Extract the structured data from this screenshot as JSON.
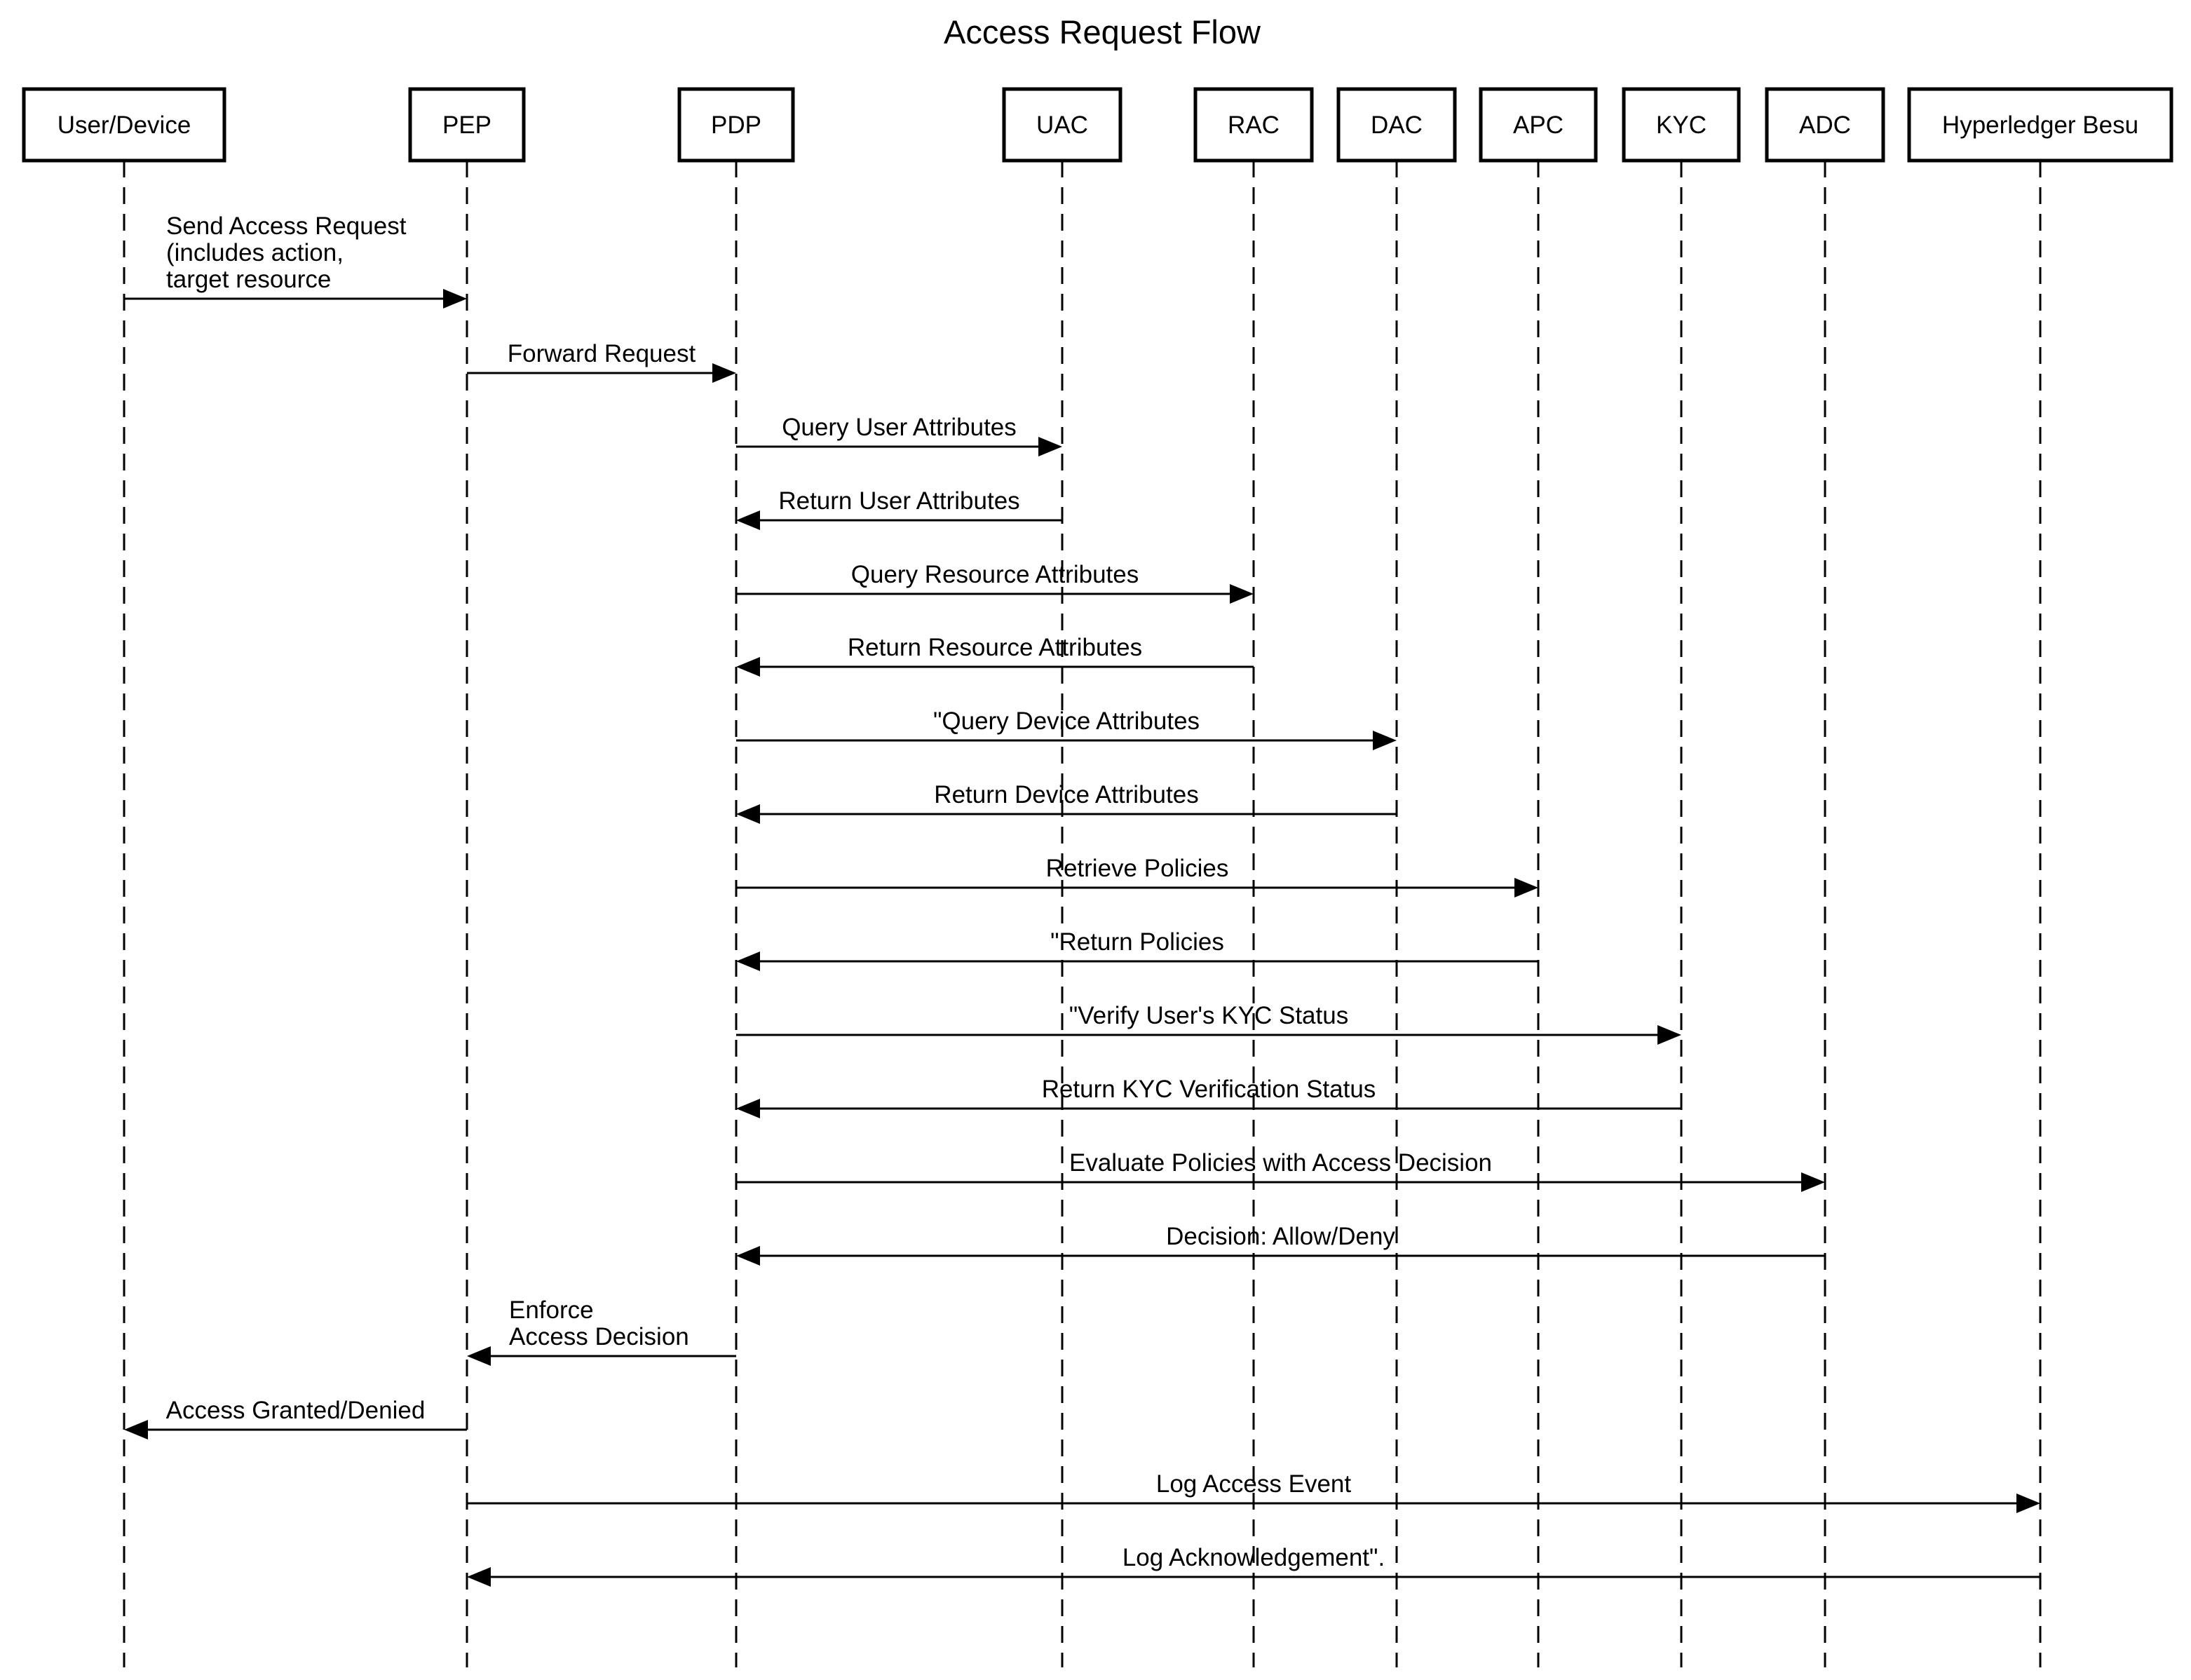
{
  "title": "Access Request Flow",
  "participants": [
    {
      "id": "user",
      "label": "User/Device"
    },
    {
      "id": "pep",
      "label": "PEP"
    },
    {
      "id": "pdp",
      "label": "PDP"
    },
    {
      "id": "uac",
      "label": "UAC"
    },
    {
      "id": "rac",
      "label": "RAC"
    },
    {
      "id": "dac",
      "label": "DAC"
    },
    {
      "id": "apc",
      "label": "APC"
    },
    {
      "id": "kyc",
      "label": "KYC"
    },
    {
      "id": "adc",
      "label": "ADC"
    },
    {
      "id": "besu",
      "label": "Hyperledger Besu"
    }
  ],
  "messages": [
    {
      "from": "user",
      "to": "pep",
      "lines": [
        "Send Access Request",
        "(includes action,",
        "target resource"
      ]
    },
    {
      "from": "pep",
      "to": "pdp",
      "lines": [
        "Forward Request"
      ]
    },
    {
      "from": "pdp",
      "to": "uac",
      "lines": [
        "Query User Attributes"
      ]
    },
    {
      "from": "uac",
      "to": "pdp",
      "lines": [
        "Return User Attributes"
      ]
    },
    {
      "from": "pdp",
      "to": "rac",
      "lines": [
        "Query Resource Attributes"
      ]
    },
    {
      "from": "rac",
      "to": "pdp",
      "lines": [
        "Return Resource Attributes"
      ]
    },
    {
      "from": "pdp",
      "to": "dac",
      "lines": [
        "\"Query Device Attributes"
      ]
    },
    {
      "from": "dac",
      "to": "pdp",
      "lines": [
        "Return Device Attributes"
      ]
    },
    {
      "from": "pdp",
      "to": "apc",
      "lines": [
        "Retrieve Policies"
      ]
    },
    {
      "from": "apc",
      "to": "pdp",
      "lines": [
        "\"Return Policies"
      ]
    },
    {
      "from": "pdp",
      "to": "kyc",
      "lines": [
        "\"Verify User's KYC Status"
      ]
    },
    {
      "from": "kyc",
      "to": "pdp",
      "lines": [
        "Return KYC Verification Status"
      ]
    },
    {
      "from": "pdp",
      "to": "adc",
      "lines": [
        "Evaluate Policies with Access Decision"
      ]
    },
    {
      "from": "adc",
      "to": "pdp",
      "lines": [
        "Decision: Allow/Deny"
      ]
    },
    {
      "from": "pdp",
      "to": "pep",
      "lines": [
        "Enforce",
        "Access Decision"
      ]
    },
    {
      "from": "pep",
      "to": "user",
      "lines": [
        "Access Granted/Denied"
      ]
    },
    {
      "from": "pep",
      "to": "besu",
      "lines": [
        "Log Access Event"
      ]
    },
    {
      "from": "besu",
      "to": "pep",
      "lines": [
        "Log Acknowledgement\"."
      ]
    }
  ]
}
